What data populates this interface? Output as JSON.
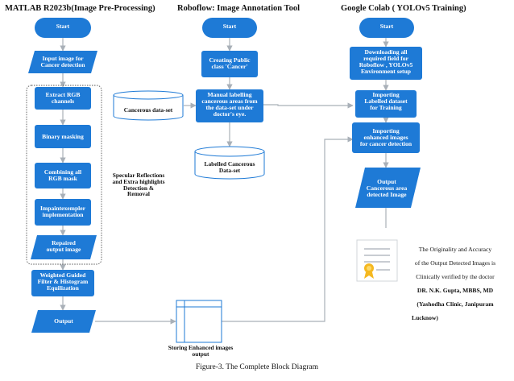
{
  "columns": {
    "matlab": "MATLAB R2023b(Image Pre-Processing)",
    "roboflow": "Roboflow: Image Annotation Tool",
    "colab": "Google Colab ( YOLOv5 Training)"
  },
  "matlab": {
    "start": "Start",
    "input": "Input image for\nCancer detection",
    "extract": "Extract RGB\nchannels",
    "binary": "Binary masking",
    "combining": "Combining all\nRGB mask",
    "inpaint": "Impaintexempler\nimplementation",
    "repaired": "Repaired\noutput image",
    "weighted": "Weighted Guided\nFilter & Histogram\nEquilization",
    "output": "Output"
  },
  "specular_label": "Specular Reflections\nand Extra highlights\nDetection &\nRemoval",
  "roboflow": {
    "start": "Start",
    "creating": "Creating Public\nclass 'Cancer'",
    "manual": "Manual labelling\ncancerous areas from\nthe data-set under\ndoctor's eye.",
    "cancerous_dataset": "Cancerous data-set",
    "labelled_dataset": "Labelled Cancerous\nData-set"
  },
  "colab": {
    "start": "Start",
    "downloading": "Downloading all\nrequired field for\nRoboflow , YOLOv5\nEnvironment setup",
    "importing_labelled": "Importing\nLabelled dataset\nfor Training",
    "importing_enhanced": "Importing\nenhanced images\nfor cancer detection",
    "output": "Output\nCancerous area\ndetected Image"
  },
  "storing": "Storing Enhanced images\noutput",
  "verification": {
    "line1": "The Originality and Accuracy",
    "line2": "of the Output Detected Images is",
    "line3": "Clinically verified by the doctor",
    "line4": "DR. N.K. Gupta,  MBBS, MD",
    "line5": "(Yashodha Clinic, Janipuram",
    "line6": "Lucknow)"
  },
  "caption": "Figure-3. The Complete Block Diagram",
  "colors": {
    "box": "#1e7ad6",
    "box_dark": "#1565c0",
    "arrow": "#a9b0b8",
    "cert_gold": "#f5b820",
    "cert_line": "#c8ccd2"
  }
}
